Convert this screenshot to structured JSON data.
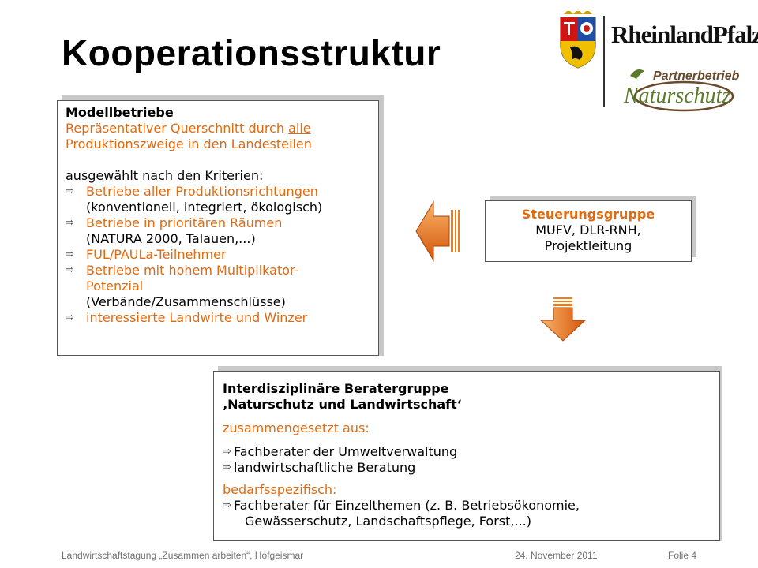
{
  "slide": {
    "title": "Kooperationsstruktur"
  },
  "logos": {
    "state_name": "RheinlandPfalz",
    "partner_line1": "Partnerbetrieb",
    "partner_line2": "Naturschutz"
  },
  "modellbetriebe": {
    "heading": "Modellbetriebe",
    "line1_pre": "Repräsentativer Querschnitt durch ",
    "line1_underlined": "alle",
    "line2": "Produktionszweige in den Landesteilen",
    "criteria_intro": "ausgewählt nach den Kriterien:",
    "b1_text": "Betriebe aller Produktionsrichtungen",
    "b1_note": "(konventionell, integriert, ökologisch)",
    "b2_text": "Betriebe in prioritären Räumen",
    "b2_note": "(NATURA 2000, Talauen,...)",
    "b3_text": "FUL/PAULa-Teilnehmer",
    "b4_text": "Betriebe mit hohem Multiplikator-",
    "b4_text2": "Potenzial",
    "b4_note": "(Verbände/Zusammenschlüsse)",
    "b5_text": "interessierte Landwirte und Winzer"
  },
  "steuerung": {
    "heading": "Steuerungsgruppe",
    "line1": "MUFV, DLR-RNH,",
    "line2": "Projektleitung"
  },
  "berater": {
    "heading1": "Interdisziplinäre Beratergruppe",
    "heading2": "‚Naturschutz und Landwirtschaft‘",
    "composed": "zusammengesetzt aus:",
    "item1": "Fachberater der Umweltverwaltung",
    "item2": "landwirtschaftliche Beratung",
    "demand": "bedarfsspezifisch:",
    "item3": "Fachberater für Einzelthemen (z. B. Betriebsökonomie,",
    "item3b": "Gewässerschutz, Landschaftspflege, Forst,...)"
  },
  "footer": {
    "left": "Landwirtschaftstagung „Zusammen arbeiten“, Hofgeismar",
    "date": "24. November 2011",
    "page": "Folie 4"
  },
  "colors": {
    "accent_orange": "#e06a10",
    "arrow_orange_light": "#f7a04a",
    "arrow_orange_dark": "#d4560a"
  },
  "icons": {
    "bullet": "hollow-arrow-right-icon",
    "left_arrow": "block-arrow-left-icon",
    "down_arrow": "block-arrow-down-icon"
  }
}
